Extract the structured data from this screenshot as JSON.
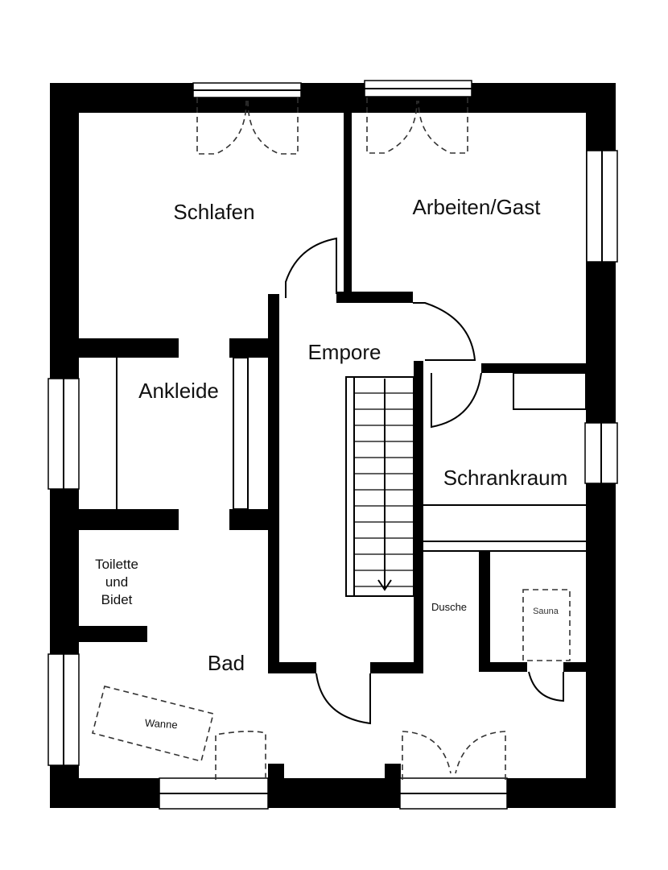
{
  "rooms": {
    "schlafen": "Schlafen",
    "arbeiten_gast": "Arbeiten/Gast",
    "empore": "Empore",
    "ankleide": "Ankleide",
    "schrankraum": "Schrankraum",
    "toilette_line1": "Toilette",
    "toilette_line2": "und",
    "toilette_line3": "Bidet",
    "dusche": "Dusche",
    "sauna": "Sauna",
    "bad": "Bad",
    "wanne": "Wanne"
  },
  "colors": {
    "wall": "#000000",
    "background": "#ffffff"
  }
}
